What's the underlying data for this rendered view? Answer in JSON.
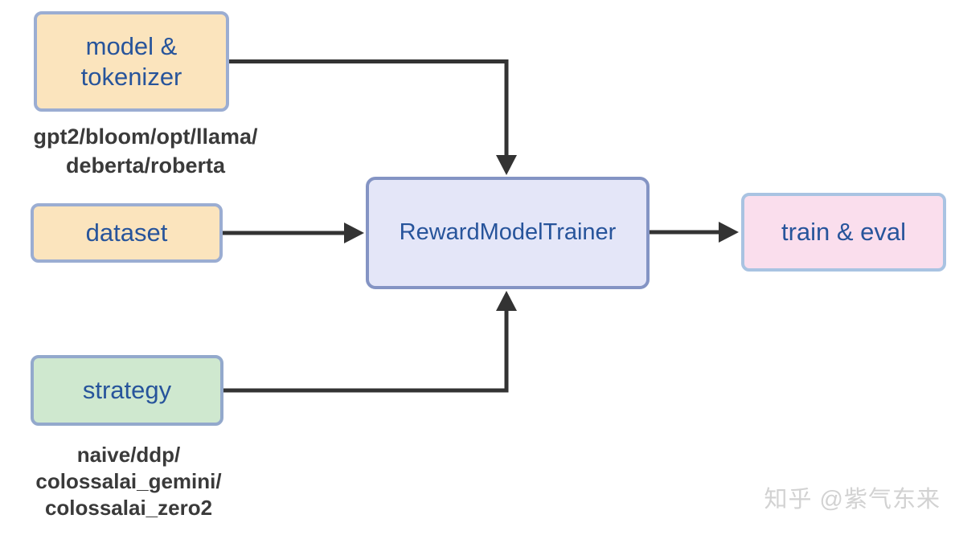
{
  "diagram": {
    "nodes": {
      "model_tokenizer": {
        "label": "model &\ntokenizer",
        "fill": "#fbe4bd",
        "border": "#9badd2"
      },
      "dataset": {
        "label": "dataset",
        "fill": "#fbe4bd",
        "border": "#9badd2"
      },
      "strategy": {
        "label": "strategy",
        "fill": "#cfe8cf",
        "border": "#93a9cc"
      },
      "trainer": {
        "label": "RewardModelTrainer",
        "fill": "#e4e6f8",
        "border": "#8494c4"
      },
      "train_eval": {
        "label": "train & eval",
        "fill": "#fadeed",
        "border": "#a9c3e2"
      }
    },
    "annotations": {
      "model_options": "gpt2/bloom/opt/llama/\ndeberta/roberta",
      "strategy_options": "naive/ddp/\ncolossalai_gemini/\ncolossalai_zero2"
    },
    "connectors": [
      {
        "from": "model_tokenizer",
        "to": "trainer",
        "shape": "right-then-down"
      },
      {
        "from": "dataset",
        "to": "trainer",
        "shape": "straight-right"
      },
      {
        "from": "strategy",
        "to": "trainer",
        "shape": "right-then-up"
      },
      {
        "from": "trainer",
        "to": "train_eval",
        "shape": "straight-right"
      }
    ]
  },
  "colors": {
    "background": "#ffffff",
    "arrow": "#333333",
    "node_label": "#27549b",
    "annotation_text": "#3a3a3a",
    "watermark_text": "#d2d2d2"
  },
  "watermark": {
    "text": "知乎 @紫气东来"
  }
}
